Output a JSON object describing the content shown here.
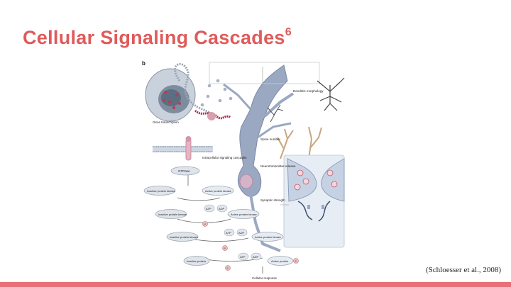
{
  "slide": {
    "title": "Cellular Signaling Cascades",
    "title_superscript": "6",
    "citation": "(Schloesser et al., 2008)",
    "title_color": "#e05a5a",
    "bar_color": "#e8707a"
  },
  "figure": {
    "panel_label": "b",
    "gene_transcription": "Gene transcription",
    "dendritic_morphology": "Dendritic morphology",
    "spine_number": "Spine number",
    "intracellular_signaling": "Intracellular signaling cascades",
    "neurotransmitter_release": "Neurotransmitter release",
    "synaptic_strength": "Synaptic strength",
    "gtpase": "GTPase",
    "inactive_kinase_1": "Inactive protein kinase",
    "active_kinase_1": "Active protein kinase",
    "atp_1": "ATP",
    "adp_1": "ADP",
    "inactive_kinase_2": "Inactive protein kinase",
    "active_kinase_2": "Active protein kinase",
    "atp_2": "ATP",
    "adp_2": "ADP",
    "inactive_kinase_3": "Inactive protein kinase",
    "active_kinase_3": "Active protein kinase",
    "atp_3": "ATP",
    "adp_3": "ADP",
    "inactive_protein": "Inactive protein",
    "active_protein": "Active protein",
    "cellular_response": "Cellular response",
    "phospho": "P"
  }
}
